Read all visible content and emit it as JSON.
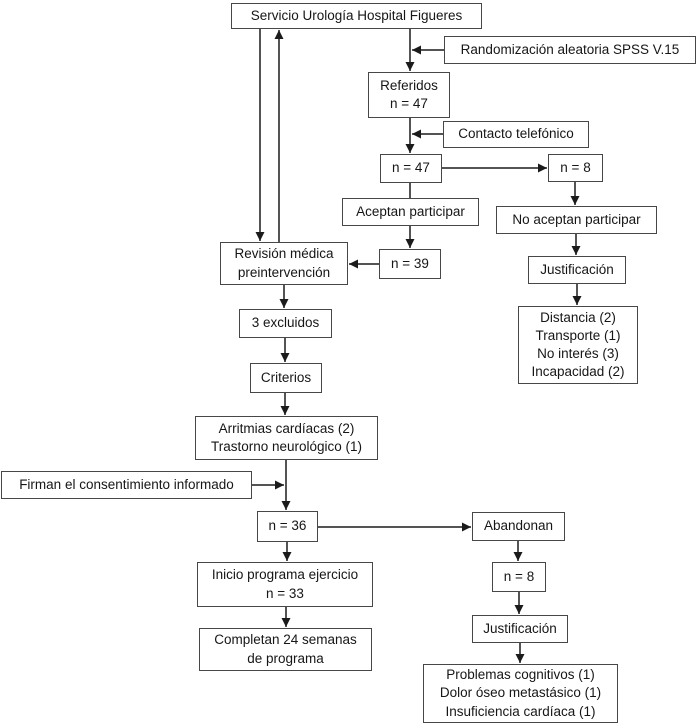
{
  "nodes": {
    "servicio": {
      "label": "Servicio Urología Hospital Figueres"
    },
    "randomizacion": {
      "label": "Randomización aleatoria SPSS V.15"
    },
    "referidos": {
      "label": "Referidos\nn = 47"
    },
    "contacto": {
      "label": "Contacto telefónico"
    },
    "n47": {
      "label": "n = 47"
    },
    "n8_contacto": {
      "label": "n = 8"
    },
    "aceptan": {
      "label": "Aceptan participar"
    },
    "no_aceptan": {
      "label": "No aceptan participar"
    },
    "revision": {
      "label": "Revisión médica\npreintervención"
    },
    "n39": {
      "label": "n = 39"
    },
    "justificacion_no_aceptan": {
      "label": "Justificación"
    },
    "excluidos": {
      "label": "3 excluidos"
    },
    "razones_no_aceptan": {
      "label": "Distancia (2)\nTransporte (1)\nNo interés (3)\nIncapacidad (2)"
    },
    "criterios": {
      "label": "Criterios"
    },
    "arritmias": {
      "label": "Arritmias cardíacas (2)\nTrastorno neurológico (1)"
    },
    "firman": {
      "label": "Firman el consentimiento informado"
    },
    "n36": {
      "label": "n = 36"
    },
    "abandonan": {
      "label": "Abandonan"
    },
    "inicio": {
      "label": "Inicio programa ejercicio\nn = 33"
    },
    "n8_abandonan": {
      "label": "n = 8"
    },
    "completan": {
      "label": "Completan 24 semanas\nde programa"
    },
    "justificacion_abandonan": {
      "label": "Justificación"
    },
    "razones_abandono": {
      "label": "Problemas cognitivos (1)\nDolor óseo metastásico (1)\nInsuficiencia cardíaca (1)"
    }
  },
  "colors": {
    "background": "#ffffff",
    "border": "#474747",
    "line": "#1b1b1b",
    "text": "#161616"
  }
}
